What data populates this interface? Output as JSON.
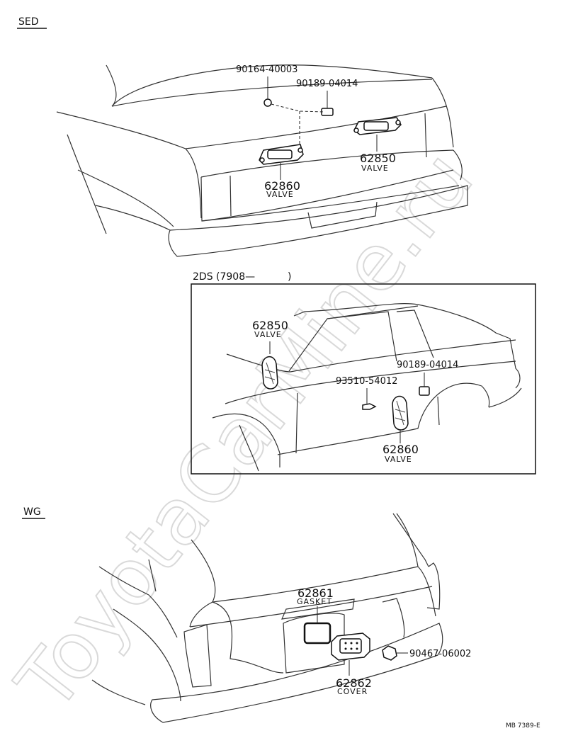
{
  "watermark": "ToyotaCarMine.ru",
  "sections": {
    "sed": {
      "title": "SED"
    },
    "ds": {
      "title": "2DS (7908—",
      "title_close": ")"
    },
    "wg": {
      "title": "WG"
    }
  },
  "parts": {
    "sed_bolt": "90164-40003",
    "sed_clip": "90189-04014",
    "sed_valve_right_no": "62850",
    "sed_valve_right_name": "VALVE",
    "sed_valve_left_no": "62860",
    "sed_valve_left_name": "VALVE",
    "ds_valve_top_no": "62850",
    "ds_valve_top_name": "VALVE",
    "ds_clip": "90189-04014",
    "ds_screw": "93510-54012",
    "ds_valve_bottom_no": "62860",
    "ds_valve_bottom_name": "VALVE",
    "wg_gasket_no": "62861",
    "wg_gasket_name": "GASKET",
    "wg_cover_no": "62862",
    "wg_cover_name": "COVER",
    "wg_fastener": "90467-06002"
  },
  "footer": {
    "code": "MB  7389-E"
  }
}
